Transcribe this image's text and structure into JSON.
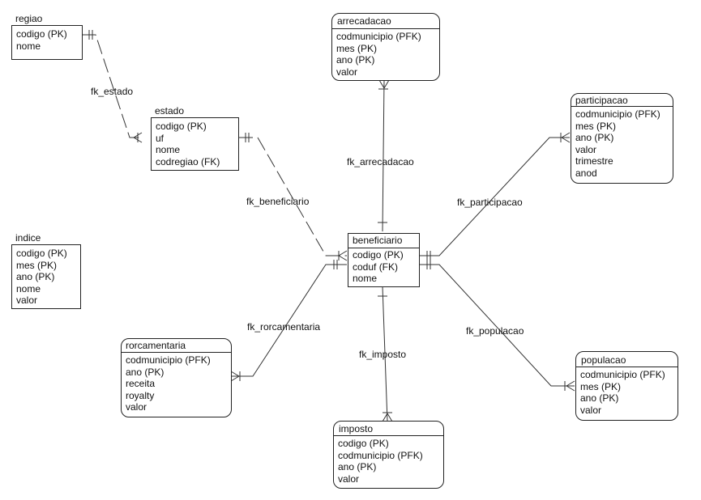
{
  "entities": {
    "regiao": {
      "title": "regiao",
      "attrs": [
        "codigo (PK)",
        "nome"
      ]
    },
    "estado": {
      "title": "estado",
      "attrs": [
        "codigo (PK)",
        "uf",
        "nome",
        "codregiao (FK)"
      ]
    },
    "indice": {
      "title": "indice",
      "attrs": [
        "codigo (PK)",
        "mes (PK)",
        "ano (PK)",
        "nome",
        "valor"
      ]
    },
    "arrecadacao": {
      "title": "arrecadacao",
      "attrs": [
        "codmunicipio (PFK)",
        "mes (PK)",
        "ano (PK)",
        "valor"
      ]
    },
    "participacao": {
      "title": "participacao",
      "attrs": [
        "codmunicipio (PFK)",
        "mes (PK)",
        "ano (PK)",
        "valor",
        "trimestre",
        "anod"
      ]
    },
    "beneficiario": {
      "title": "beneficiario",
      "attrs": [
        "codigo (PK)",
        "coduf (FK)",
        "nome"
      ]
    },
    "rorcamentaria": {
      "title": "rorcamentaria",
      "attrs": [
        "codmunicipio (PFK)",
        "ano (PK)",
        "receita",
        "royalty",
        "valor"
      ]
    },
    "imposto": {
      "title": "imposto",
      "attrs": [
        "codigo (PK)",
        "codmunicipio (PFK)",
        "ano (PK)",
        "valor"
      ]
    },
    "populacao": {
      "title": "populacao",
      "attrs": [
        "codmunicipio (PFK)",
        "mes (PK)",
        "ano (PK)",
        "valor"
      ]
    }
  },
  "relationships": {
    "fk_estado": "fk_estado",
    "fk_arrecadacao": "fk_arrecadacao",
    "fk_beneficiario": "fk_beneficiario",
    "fk_participacao": "fk_participacao",
    "fk_rorcamentaria": "fk_rorcamentaria",
    "fk_imposto": "fk_imposto",
    "fk_populacao": "fk_populacao"
  }
}
